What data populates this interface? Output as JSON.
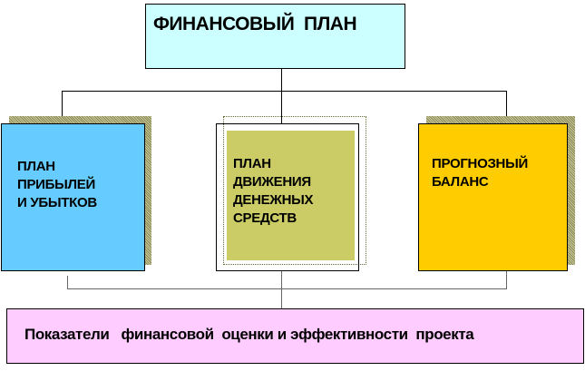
{
  "title": "ФИНАНСОВЫЙ  ПЛАН",
  "boxes": [
    {
      "lines": [
        "ПЛАН",
        "ПРИБЫЛЕЙ",
        "И УБЫТКОВ"
      ],
      "color": "#66ccff"
    },
    {
      "lines": [
        "ПЛАН",
        "ДВИЖЕНИЯ",
        "ДЕНЕЖНЫХ",
        "СРЕДСТВ"
      ],
      "color": "#cccc66"
    },
    {
      "lines": [
        "ПРОГНОЗНЫЙ",
        "БАЛАНС"
      ],
      "color": "#ffcc00"
    }
  ],
  "bottom": "Показатели   финансовой  оценки и эффективности  проекта",
  "colors": {
    "title_bg": "#ccffff",
    "bottom_bg": "#ffccff"
  }
}
